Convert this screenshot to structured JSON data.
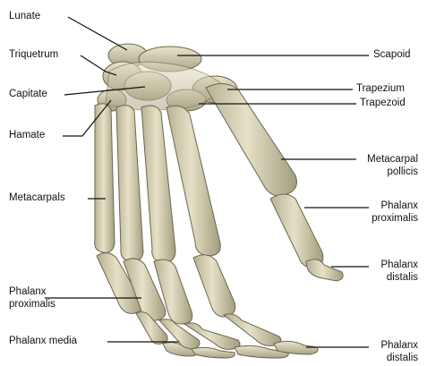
{
  "labels": {
    "lunate": "Lunate",
    "triquetrum": "Triquetrum",
    "capitate": "Capitate",
    "hamate": "Hamate",
    "metacarpals": "Metacarpals",
    "phalanx_proximalis_left_1": "Phalanx",
    "phalanx_proximalis_left_2": "proximalis",
    "phalanx_media": "Phalanx media",
    "scapoid": "Scapoid",
    "trapezium": "Trapezium",
    "trapezoid": "Trapezoid",
    "metacarpal_pollicis_1": "Metacarpal",
    "metacarpal_pollicis_2": "pollicis",
    "phalanx_proximalis_right_1": "Phalanx",
    "phalanx_proximalis_right_2": "proximalis",
    "phalanx_distalis_mid_1": "Phalanx",
    "phalanx_distalis_mid_2": "distalis",
    "phalanx_distalis_bottom_1": "Phalanx",
    "phalanx_distalis_bottom_2": "distalis"
  },
  "colors": {
    "bone_fill": "#d9d4b8",
    "bone_shade": "#a9a384",
    "bone_outline": "#6b6650",
    "leader_line": "#111111"
  }
}
